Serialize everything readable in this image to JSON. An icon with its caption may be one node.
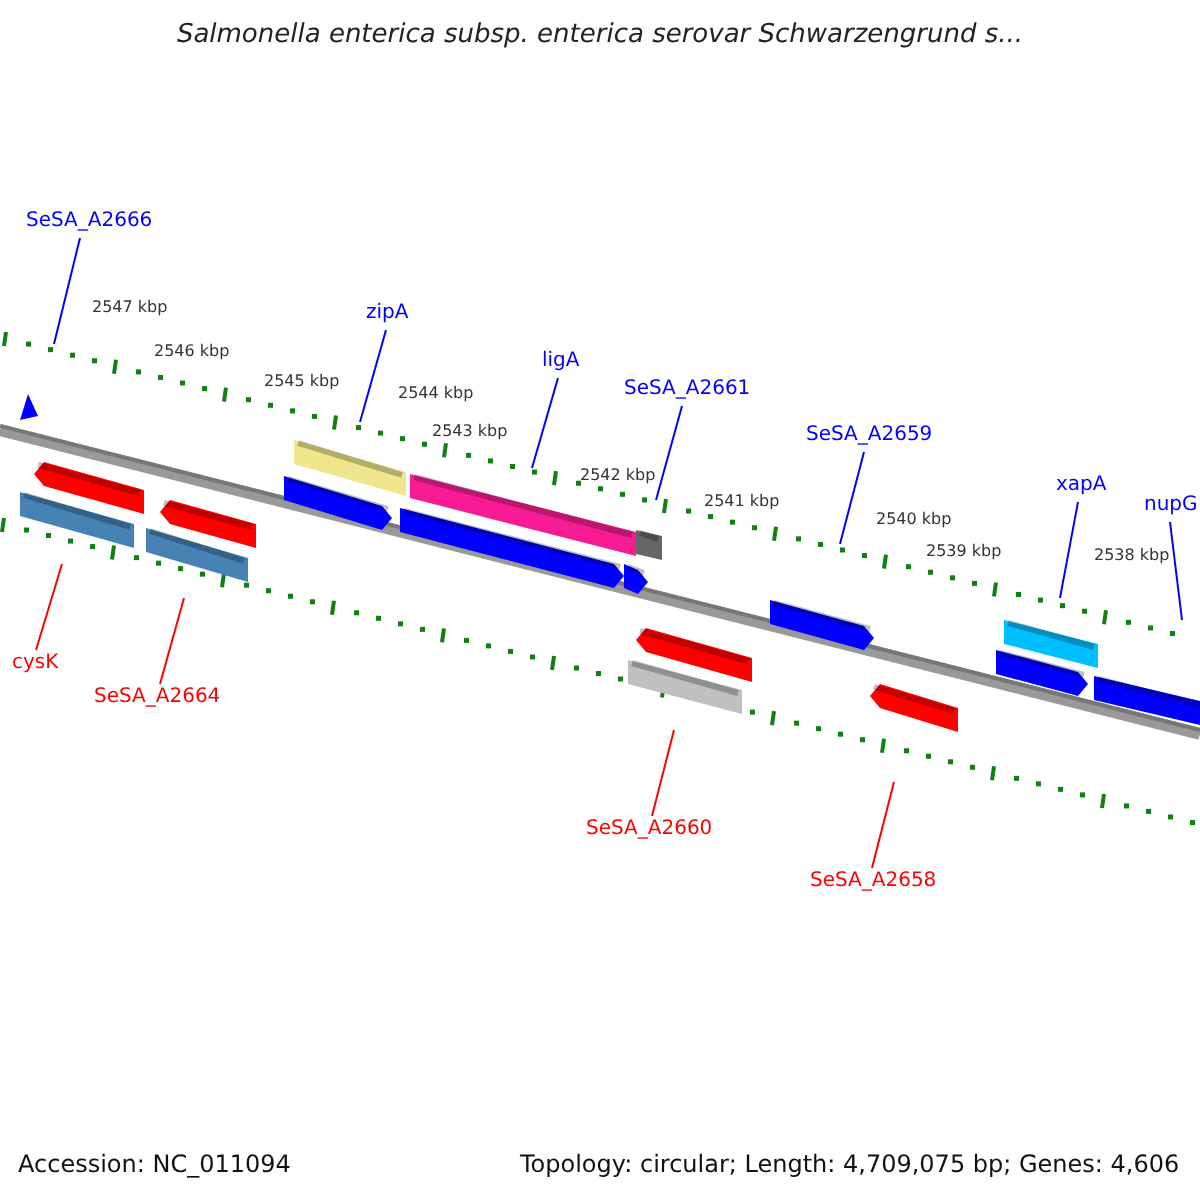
{
  "diagram": {
    "title": "Salmonella enterica subsp. enterica serovar Schwarzengrund s...",
    "nodes": [
      {
        "text": [
          "SeSA_A2666"
        ]
      },
      {
        "text": [
          "zipA"
        ]
      },
      {
        "text": [
          "ligA"
        ]
      },
      {
        "text": [
          "SeSA_A2661"
        ]
      },
      {
        "text": [
          "SeSA_A2659"
        ]
      },
      {
        "text": [
          "xapA"
        ]
      },
      {
        "text": [
          "nupG"
        ]
      },
      {
        "text": [
          "cysK"
        ]
      },
      {
        "text": [
          "SeSA_A2664"
        ]
      },
      {
        "text": [
          "SeSA_A2660"
        ]
      },
      {
        "text": [
          "SeSA_A2658"
        ]
      }
    ],
    "edges": [
      {
        "from": 0,
        "to": null,
        "arrow": "none",
        "color": "#0000ff"
      },
      {
        "from": 1,
        "to": null,
        "arrow": "none",
        "color": "#0000ff"
      },
      {
        "from": 2,
        "to": null,
        "arrow": "none",
        "color": "#0000ff"
      },
      {
        "from": 3,
        "to": null,
        "arrow": "none",
        "color": "#0000ff"
      },
      {
        "from": 4,
        "to": null,
        "arrow": "none",
        "color": "#0000ff"
      },
      {
        "from": 5,
        "to": null,
        "arrow": "none",
        "color": "#0000ff"
      },
      {
        "from": 6,
        "to": null,
        "arrow": "none",
        "color": "#0000ff"
      },
      {
        "from": 7,
        "to": null,
        "arrow": "none",
        "color": "#ff0000"
      },
      {
        "from": 8,
        "to": null,
        "arrow": "none",
        "color": "#ff0000"
      },
      {
        "from": 9,
        "to": null,
        "arrow": "none",
        "color": "#ff0000"
      },
      {
        "from": 10,
        "to": null,
        "arrow": "none",
        "color": "#ff0000"
      }
    ],
    "labels": [
      "2547 kbp",
      "2546 kbp",
      "2545 kbp",
      "2544 kbp",
      "2543 kbp",
      "2542 kbp",
      "2541 kbp",
      "2540 kbp",
      "2539 kbp",
      "2538 kbp",
      "Accession: NC_011094",
      "Topology: circular; Length: 4,709,075 bp; Genes: 4,606"
    ]
  }
}
